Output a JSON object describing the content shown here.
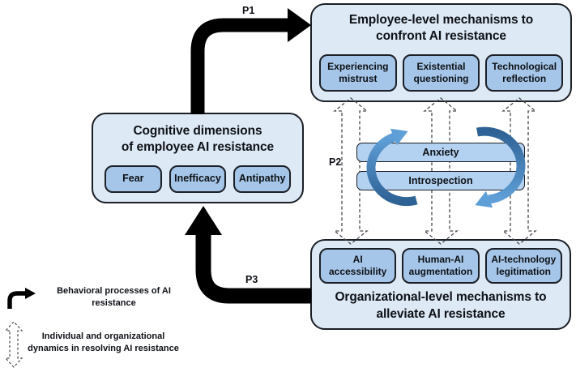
{
  "boxes": {
    "employee": {
      "title_lines": [
        "Employee-level mechanisms to",
        "confront AI resistance"
      ],
      "items": [
        "Experiencing mistrust",
        "Existential questioning",
        "Technological reflection"
      ]
    },
    "cognitive": {
      "title_lines": [
        "Cognitive dimensions",
        "of employee AI resistance"
      ],
      "items": [
        "Fear",
        "Inefficacy",
        "Antipathy"
      ]
    },
    "organizational": {
      "title_lines": [
        "Organizational-level mechanisms to",
        "alleviate AI resistance"
      ],
      "items": [
        "AI accessibility",
        "Human-AI augmentation",
        "AI-technology legitimation"
      ]
    }
  },
  "cycle": {
    "bars": [
      "Anxiety",
      "Introspection"
    ]
  },
  "path_labels": {
    "p1": "P1",
    "p2": "P2",
    "p3": "P3"
  },
  "legend": {
    "behavioral": {
      "icon": "solid-curved-arrow",
      "text": "Behavioral processes of AI resistance"
    },
    "dynamics": {
      "icon": "dashed-double-arrow",
      "text": "Individual and organizational dynamics in resolving AI resistance"
    }
  },
  "colors": {
    "canvas_bg": "#ffffff",
    "outer_fill": "#dee9f6",
    "inner_fill": "#a5c6e8",
    "bar_fill": "#b3d1f0",
    "border": "#1b1f26",
    "text": "#0e1116",
    "arrow_black": "#000000",
    "dashed_gray": "#4a4a4a",
    "arc_dark": "#2e6295",
    "arc_light": "#5f9fd8"
  }
}
